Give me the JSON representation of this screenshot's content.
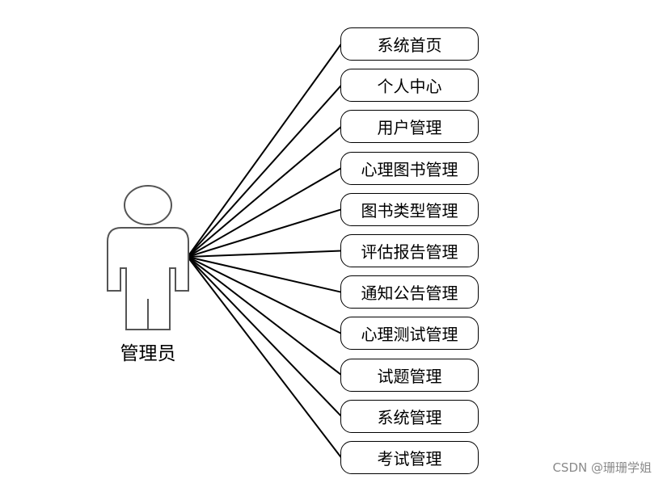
{
  "actor": {
    "label": "管理员",
    "icon": "person-icon"
  },
  "use_cases": [
    {
      "label": "系统首页"
    },
    {
      "label": "个人中心"
    },
    {
      "label": "用户管理"
    },
    {
      "label": "心理图书管理"
    },
    {
      "label": "图书类型管理"
    },
    {
      "label": "评估报告管理"
    },
    {
      "label": "通知公告管理"
    },
    {
      "label": "心理测试管理"
    },
    {
      "label": "试题管理"
    },
    {
      "label": "系统管理"
    },
    {
      "label": "考试管理"
    }
  ],
  "watermark": "CSDN @珊珊学姐",
  "colors": {
    "line": "#000000",
    "actor_stroke": "#555555",
    "watermark": "#8a8a8a"
  }
}
